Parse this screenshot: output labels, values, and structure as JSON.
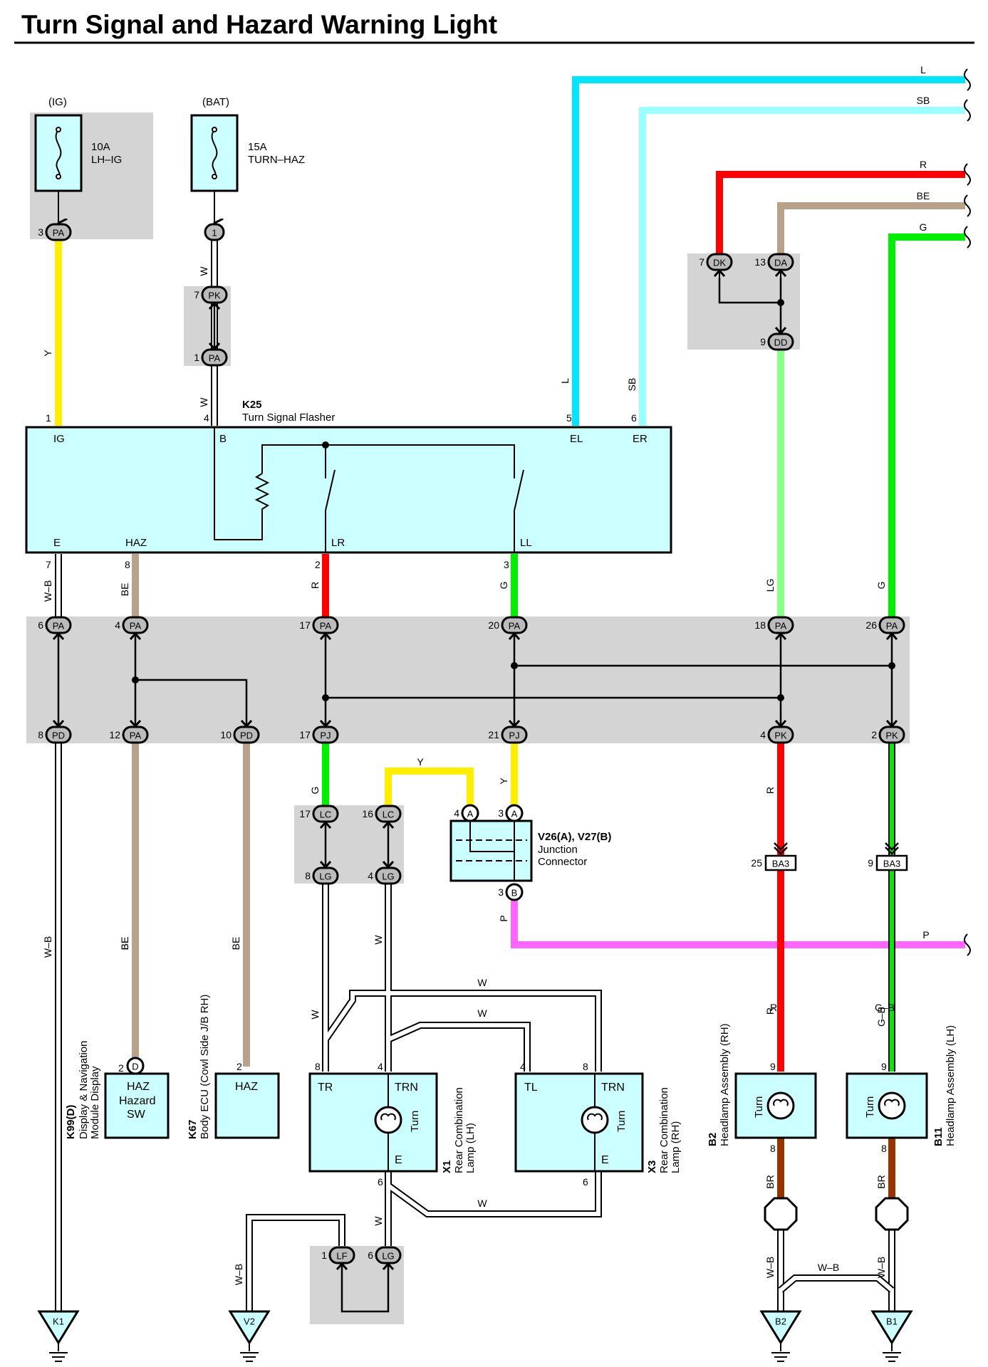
{
  "title": "Turn Signal and Hazard Warning Light",
  "colors": {
    "Y": "#ffee00",
    "W": "#ffffff",
    "L": "#00e5ff",
    "SB": "#99ffff",
    "R": "#ff0000",
    "BE": "#b8a28a",
    "G": "#00ee00",
    "LG": "#88ff88",
    "P": "#ff66ff",
    "BR": "#993300",
    "W-B": "#ffffff",
    "G-B": "#00ee00",
    "box_fill": "#ccffff",
    "junction_gray": "#d4d4d4"
  },
  "fuses": {
    "ig": {
      "source": "(IG)",
      "rating": "10A",
      "name": "LH–IG",
      "pin": "3",
      "connector": "PA"
    },
    "bat": {
      "source": "(BAT)",
      "rating": "15A",
      "name": "TURN–HAZ",
      "pin": "1"
    }
  },
  "flasher": {
    "code": "K25",
    "name": "Turn Signal Flasher",
    "terminals": [
      "IG",
      "B",
      "EL",
      "ER",
      "E",
      "HAZ",
      "LR",
      "LL"
    ],
    "pins": [
      "1",
      "4",
      "5",
      "6",
      "7",
      "8",
      "2",
      "3"
    ]
  },
  "wire_labels": [
    "Y",
    "W",
    "W",
    "L",
    "SB",
    "W–B",
    "BE",
    "R",
    "G",
    "LG",
    "G",
    "R",
    "BE",
    "G",
    "Y",
    "Y",
    "P",
    "W–B",
    "BE",
    "BE",
    "W",
    "W",
    "W",
    "W",
    "W",
    "R",
    "G–B",
    "R",
    "G–B",
    "BR",
    "BR",
    "W–B",
    "W–B",
    "W–B",
    "W–B",
    "W",
    "P",
    "L",
    "SB"
  ],
  "connectors": {
    "pk_top": {
      "pin": "7",
      "code": "PK"
    },
    "pa_top": {
      "pin": "1",
      "code": "PA"
    },
    "dk": {
      "pin": "7",
      "code": "DK"
    },
    "da": {
      "pin": "13",
      "code": "DA"
    },
    "dd": {
      "pin": "9",
      "code": "DD"
    },
    "upper_row": [
      {
        "pin": "6",
        "code": "PA"
      },
      {
        "pin": "4",
        "code": "PA"
      },
      {
        "pin": "17",
        "code": "PA"
      },
      {
        "pin": "20",
        "code": "PA"
      },
      {
        "pin": "18",
        "code": "PA"
      },
      {
        "pin": "26",
        "code": "PA"
      }
    ],
    "lower_row": [
      {
        "pin": "8",
        "code": "PD"
      },
      {
        "pin": "12",
        "code": "PA"
      },
      {
        "pin": "10",
        "code": "PD"
      },
      {
        "pin": "17",
        "code": "PJ"
      },
      {
        "pin": "21",
        "code": "PJ"
      },
      {
        "pin": "4",
        "code": "PK"
      },
      {
        "pin": "2",
        "code": "PK"
      }
    ],
    "lc17": {
      "pin": "17",
      "code": "LC"
    },
    "lc16": {
      "pin": "16",
      "code": "LC"
    },
    "lg8": {
      "pin": "8",
      "code": "LG"
    },
    "lg4": {
      "pin": "4",
      "code": "LG"
    },
    "lf1": {
      "pin": "1",
      "code": "LF"
    },
    "lg6": {
      "pin": "6",
      "code": "LG"
    },
    "ba3_25": {
      "pin": "25",
      "code": "BA3"
    },
    "ba3_9": {
      "pin": "9",
      "code": "BA3"
    }
  },
  "junction": {
    "code": "V26(A), V27(B)",
    "name1": "Junction",
    "name2": "Connector",
    "pin_a4": "4",
    "pin_a3": "3",
    "pin_b3": "3",
    "a": "A",
    "b": "B"
  },
  "components": {
    "k99": {
      "code": "K99(D)",
      "name1": "Display & Navigation",
      "name2": "Module Display",
      "pin": "2",
      "conn": "D",
      "term1": "HAZ",
      "term2": "Hazard",
      "term3": "SW"
    },
    "k67": {
      "code": "K67",
      "name": "Body ECU (Cowl Side J/B RH)",
      "pin": "2",
      "term": "HAZ"
    },
    "x1": {
      "code": "X1",
      "name1": "Rear Combination",
      "name2": "Lamp (LH)",
      "tr": "TR",
      "trn": "TRN",
      "e": "E",
      "turn": "Turn",
      "pin8": "8",
      "pin4": "4",
      "pin6": "6"
    },
    "x3": {
      "code": "X3",
      "name1": "Rear Combination",
      "name2": "Lamp (RH)",
      "tl": "TL",
      "trn": "TRN",
      "e": "E",
      "turn": "Turn",
      "pin4": "4",
      "pin8": "8",
      "pin6": "6"
    },
    "b2": {
      "code": "B2",
      "name": "Headlamp Assembly (RH)",
      "turn": "Turn",
      "pin9": "9",
      "pin8": "8"
    },
    "b11": {
      "code": "B11",
      "name": "Headlamp Assembly (LH)",
      "turn": "Turn",
      "pin9": "9",
      "pin8": "8"
    }
  },
  "grounds": [
    "K1",
    "V2",
    "B2",
    "B1"
  ]
}
